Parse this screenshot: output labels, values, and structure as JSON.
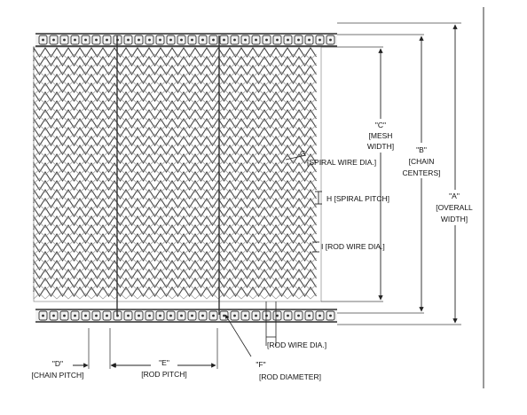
{
  "labels": {
    "a_tag": "\"A\"",
    "a_line1": "[OVERALL",
    "a_line2": "WIDTH]",
    "b_tag": "\"B\"",
    "b_line1": "[CHAIN",
    "b_line2": "CENTERS]",
    "c_tag": "\"C\"",
    "c_line1": "[MESH",
    "c_line2": "WIDTH]",
    "g_tag": "G",
    "g_text": "[SPIRAL WIRE DIA.]",
    "h_text": "H [SPIRAL PITCH]",
    "i_text": "I [ROD WIRE DIA.]",
    "rod_wire_dia": "[ROD WIRE DIA.]",
    "d_tag": "\"D\"",
    "d_text": "[CHAIN PITCH]",
    "e_tag": "\"E\"",
    "e_text": "[ROD PITCH]",
    "f_tag": "\"F\"",
    "f_text": "[ROD DIAMETER]"
  }
}
